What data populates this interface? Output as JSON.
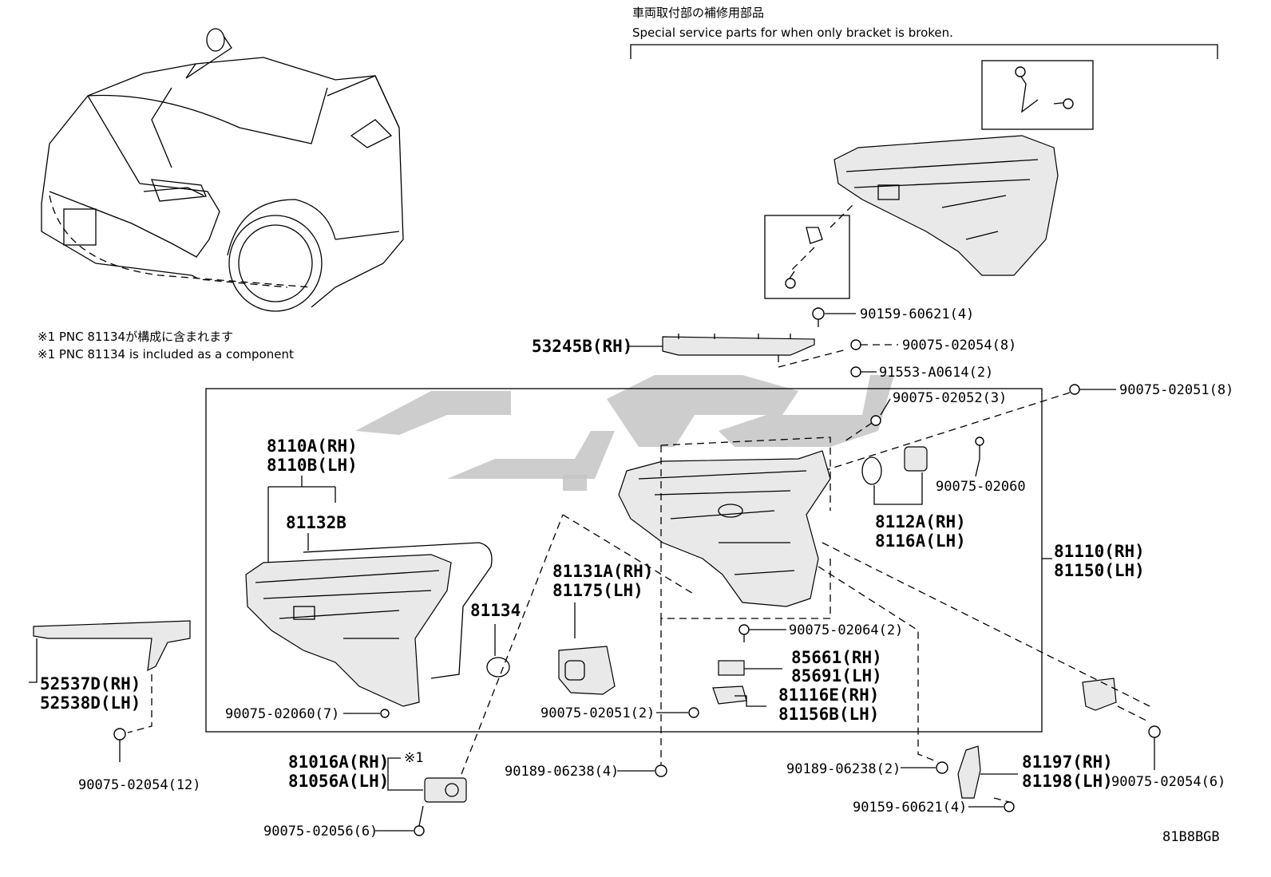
{
  "header": {
    "jp": "車両取付部の補修用部品",
    "en": "Special service parts for when only bracket is broken."
  },
  "notes": {
    "jp": "※1 PNC 81134が構成に含まれます",
    "en": "※1 PNC 81134 is included as a component"
  },
  "labels": {
    "p_90159_60621_top": "90159-60621(4)",
    "p_53245B": "53245B(RH)",
    "p_90075_02054_8": "90075-02054(8)",
    "p_91553": "91553-A0614(2)",
    "p_90075_02051_8": "90075-02051(8)",
    "p_90075_02052_3": "90075-02052(3)",
    "p_90075_02060": "90075-02060",
    "p_8112A": "8112A(RH)",
    "p_8116A": "8116A(LH)",
    "p_81110": "81110(RH)",
    "p_81150": "81150(LH)",
    "p_8110A": "8110A(RH)",
    "p_8110B": "8110B(LH)",
    "p_81132B": "81132B",
    "p_81134": "81134",
    "p_81131A": "81131A(RH)",
    "p_81175": "81175(LH)",
    "p_90075_02064": "90075-02064(2)",
    "p_85661": "85661(RH)",
    "p_85691": "85691(LH)",
    "p_81116E": "81116E(RH)",
    "p_81156B": "81156B(LH)",
    "p_90075_02051_2": "90075-02051(2)",
    "p_90075_02060_7": "90075-02060(7)",
    "p_52537D": "52537D(RH)",
    "p_52538D": "52538D(LH)",
    "p_90075_02054_12": "90075-02054(12)",
    "p_81016A": "81016A(RH)",
    "p_81056A": "81056A(LH)",
    "p_star1": "※1",
    "p_90075_02056": "90075-02056(6)",
    "p_90189_06238_4": "90189-06238(4)",
    "p_90189_06238_2": "90189-06238(2)",
    "p_81197": "81197(RH)",
    "p_81198": "81198(LH)",
    "p_90159_60621_bot": "90159-60621(4)",
    "p_90075_02054_6": "90075-02054(6)",
    "footer_code": "81B8BGB"
  }
}
